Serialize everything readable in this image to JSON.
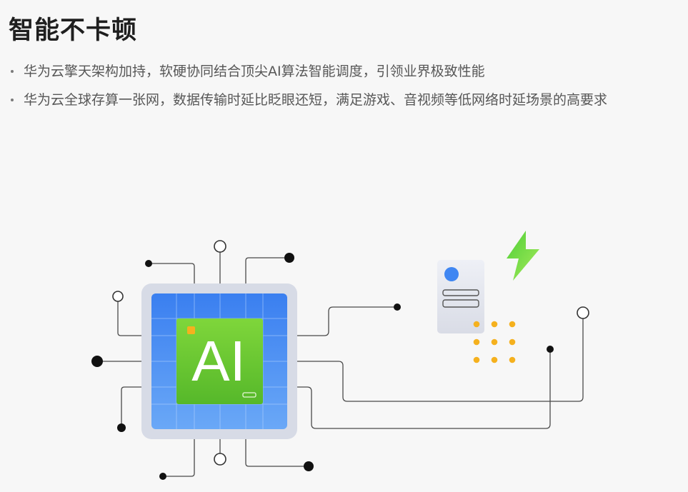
{
  "page": {
    "title": "智能不卡顿"
  },
  "features": [
    {
      "text": "华为云擎天架构加持，软硬协同结合顶尖AI算法智能调度，引领业界极致性能"
    },
    {
      "text": "华为云全球存算一张网，数据传输时延比眨眼还短，满足游戏、音视频等低网络时延场景的高要求"
    }
  ],
  "illustration": {
    "chip_label": "AI",
    "icons": [
      "ai-chip-icon",
      "server-icon",
      "lightning-icon"
    ],
    "colors": {
      "chip_blue": "#3f86f2",
      "chip_green": "#6dc92f",
      "lightning_green": "#5fd33a",
      "orange": "#f5b11e",
      "frame": "#d7dbe6"
    }
  }
}
